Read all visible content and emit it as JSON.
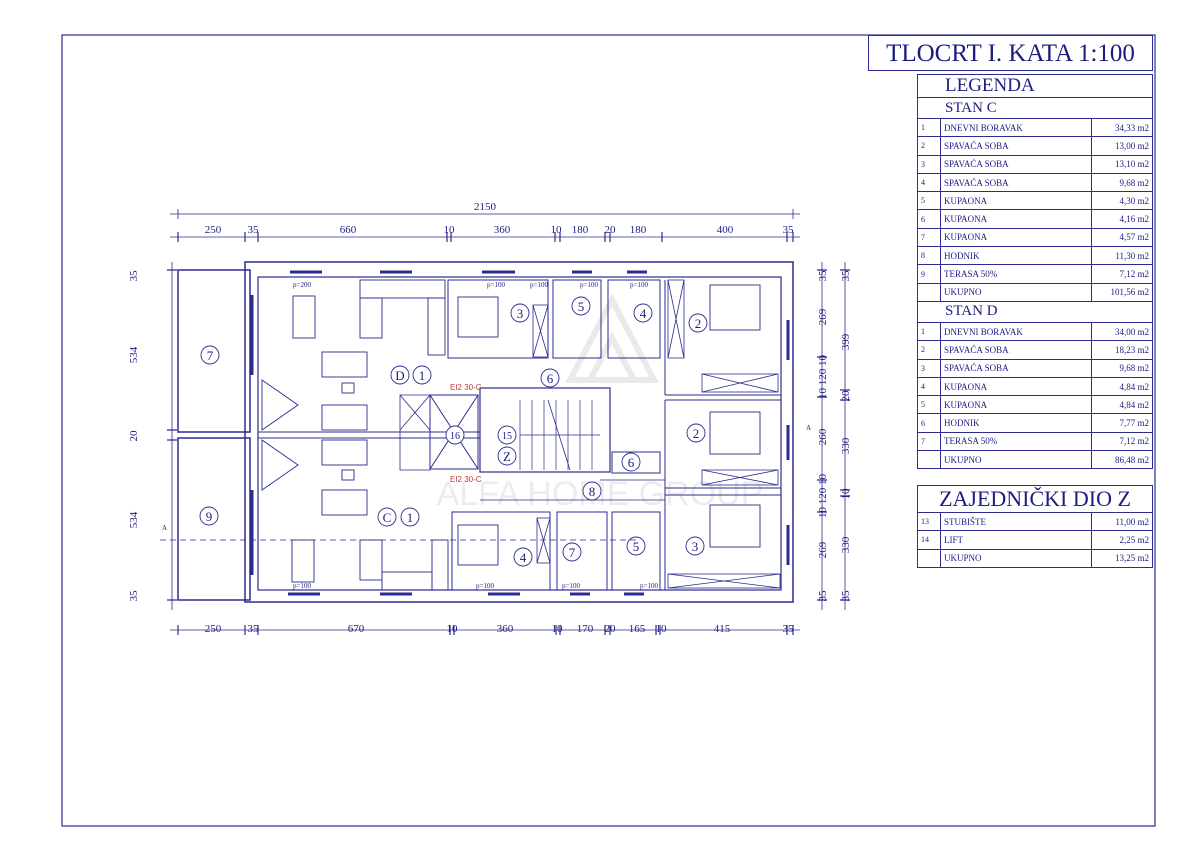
{
  "title": "TLOCRT I. KATA 1:100",
  "legend": {
    "heading": "LEGENDA",
    "stan_c": {
      "title": "STAN C",
      "rows": [
        {
          "no": "1",
          "name": "DNEVNI BORAVAK",
          "area": "34,33 m2"
        },
        {
          "no": "2",
          "name": "SPAVAĆA SOBA",
          "area": "13,00 m2"
        },
        {
          "no": "3",
          "name": "SPAVAĆA SOBA",
          "area": "13,10 m2"
        },
        {
          "no": "4",
          "name": "SPAVAĆA SOBA",
          "area": "9,68 m2"
        },
        {
          "no": "5",
          "name": "KUPAONA",
          "area": "4,30 m2"
        },
        {
          "no": "6",
          "name": "KUPAONA",
          "area": "4,16 m2"
        },
        {
          "no": "7",
          "name": "KUPAONA",
          "area": "4,57 m2"
        },
        {
          "no": "8",
          "name": "HODNIK",
          "area": "11,30 m2"
        },
        {
          "no": "9",
          "name": "TERASA 50%",
          "area": "7,12 m2"
        }
      ],
      "total_label": "UKUPNO",
      "total": "101,56 m2"
    },
    "stan_d": {
      "title": "STAN D",
      "rows": [
        {
          "no": "1",
          "name": "DNEVNI BORAVAK",
          "area": "34,00 m2"
        },
        {
          "no": "2",
          "name": "SPAVAĆA SOBA",
          "area": "18,23 m2"
        },
        {
          "no": "3",
          "name": "SPAVAĆA SOBA",
          "area": "9,68 m2"
        },
        {
          "no": "4",
          "name": "KUPAONA",
          "area": "4,84 m2"
        },
        {
          "no": "5",
          "name": "KUPAONA",
          "area": "4,84 m2"
        },
        {
          "no": "6",
          "name": "HODNIK",
          "area": "7,77 m2"
        },
        {
          "no": "7",
          "name": "TERASA 50%",
          "area": "7,12 m2"
        }
      ],
      "total_label": "UKUPNO",
      "total": "86,48 m2"
    },
    "common": {
      "title": "ZAJEDNIČKI DIO Z",
      "rows": [
        {
          "no": "13",
          "name": "STUBIŠTE",
          "area": "11,00 m2"
        },
        {
          "no": "14",
          "name": "LIFT",
          "area": "2,25 m2"
        }
      ],
      "total_label": "UKUPNO",
      "total": "13,25 m2"
    }
  },
  "plan": {
    "dims": {
      "top_total": "2150",
      "top": [
        "250",
        "35",
        "660",
        "10",
        "360",
        "10",
        "180",
        "20",
        "180",
        "400",
        "35"
      ],
      "bottom": [
        "250",
        "35",
        "670",
        "10",
        "360",
        "10",
        "170",
        "20",
        "165",
        "10",
        "415",
        "35"
      ],
      "left": [
        "35",
        "534",
        "20",
        "534",
        "35"
      ],
      "right_inner": [
        "35",
        "269",
        "10 120 10",
        "260",
        "10 120 10",
        "269",
        "35"
      ],
      "right_outer": [
        "35",
        "399",
        "20",
        "330",
        "10",
        "330",
        "35"
      ]
    },
    "tags": {
      "d_apt": "D",
      "c_apt": "C",
      "d1": "1",
      "d2": "2",
      "d2b": "2",
      "d3": "3",
      "d3b": "3",
      "d4": "4",
      "d5": "5",
      "d6": "6",
      "d7": "7",
      "c1": "1",
      "c4": "4",
      "c5": "5",
      "c6": "6",
      "c7": "7",
      "c8": "8",
      "c9": "9",
      "lift": "16",
      "stair": "15",
      "z": "Z"
    },
    "fire_label": "EI2 30-C",
    "sill": "p=100",
    "sill_200": "p=200",
    "section": "A",
    "watermark": "ALFA HOME GROUP"
  },
  "colors": {
    "line": "#2b2b90",
    "text": "#1c1c82",
    "fire": "#c23a3a"
  }
}
